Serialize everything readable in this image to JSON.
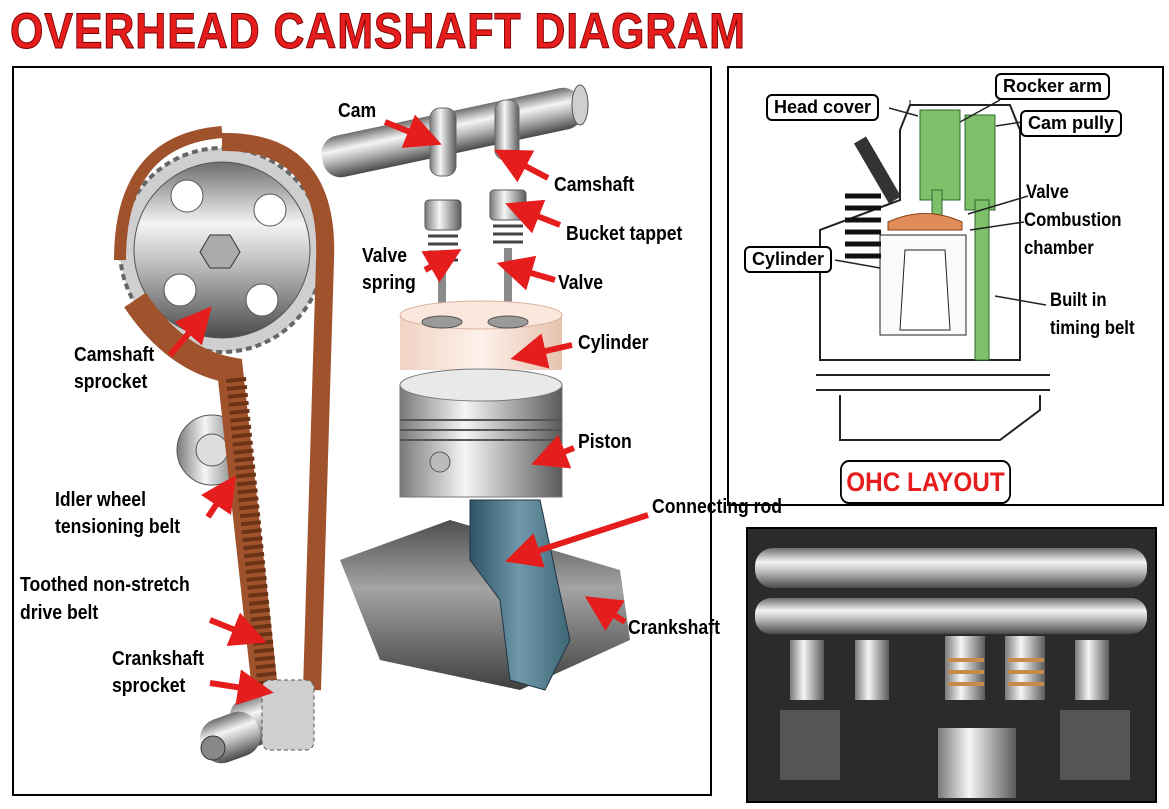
{
  "title": "OVERHEAD CAMSHAFT DIAGRAM",
  "main_diagram": {
    "labels": {
      "cam": "Cam",
      "camshaft": "Camshaft",
      "bucket_tappet": "Bucket tappet",
      "valve_spring_1": "Valve",
      "valve_spring_2": "spring",
      "valve": "Valve",
      "cylinder": "Cylinder",
      "piston": "Piston",
      "connecting_rod": "Connecting rod",
      "crankshaft": "Crankshaft",
      "camshaft_sprocket_1": "Camshaft",
      "camshaft_sprocket_2": "sprocket",
      "idler_1": "Idler wheel",
      "idler_2": "tensioning belt",
      "belt_1": "Toothed non-stretch",
      "belt_2": "drive belt",
      "crank_sprocket_1": "Crankshaft",
      "crank_sprocket_2": "sprocket"
    }
  },
  "ohc_diagram": {
    "labels": {
      "head_cover": "Head cover",
      "rocker_arm": "Rocker arm",
      "cam_pully": "Cam pully",
      "valve": "Valve",
      "combustion_1": "Combustion",
      "combustion_2": "chamber",
      "cylinder": "Cylinder",
      "built_in_1": "Built in",
      "built_in_2": "timing belt"
    },
    "caption": "OHC LAYOUT"
  },
  "colors": {
    "title_red": "#e51d1d",
    "arrow_red": "#e51d1d",
    "belt_brown": "#a0522d",
    "ohc_green": "#7fbf6a"
  }
}
